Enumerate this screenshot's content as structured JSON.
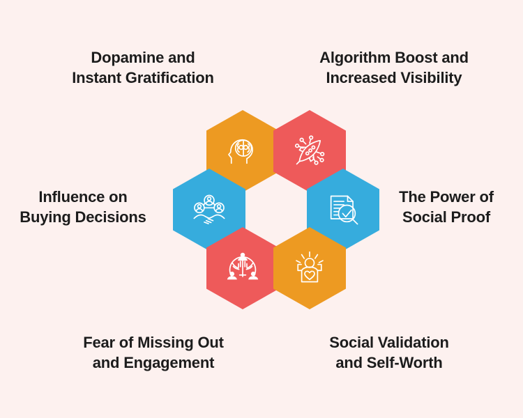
{
  "background_color": "#fdf1ef",
  "text_color": "#1c1c1c",
  "palette": {
    "orange": "#ed9a22",
    "red": "#ee5a5a",
    "blue": "#36acdd",
    "icon_stroke": "#ffffff",
    "center_gap": "#ffffff"
  },
  "diagram": {
    "type": "hexagon-cluster",
    "node_count": 6,
    "nodes": [
      {
        "id": "dopamine",
        "label": "Dopamine and\nInstant Gratification",
        "color": "#ed9a22",
        "icon": "head-brain-icon",
        "position": "top-left"
      },
      {
        "id": "algorithm",
        "label": "Algorithm Boost and\nIncreased Visibility",
        "color": "#ee5a5a",
        "icon": "rocket-network-icon",
        "position": "top-right"
      },
      {
        "id": "influence",
        "label": "Influence on\nBuying Decisions",
        "color": "#36acdd",
        "icon": "handshake-people-network-icon",
        "position": "middle-left"
      },
      {
        "id": "social-proof",
        "label": "The Power of\nSocial Proof",
        "color": "#36acdd",
        "icon": "document-magnifier-check-icon",
        "position": "middle-right"
      },
      {
        "id": "fomo",
        "label": "Fear of Missing Out\nand Engagement",
        "color": "#ee5a5a",
        "icon": "crowd-reaching-hands-icon",
        "position": "bottom-left"
      },
      {
        "id": "self-worth",
        "label": "Social Validation\nand Self-Worth",
        "color": "#ed9a22",
        "icon": "person-raised-arms-heart-icon",
        "position": "bottom-right"
      }
    ]
  }
}
